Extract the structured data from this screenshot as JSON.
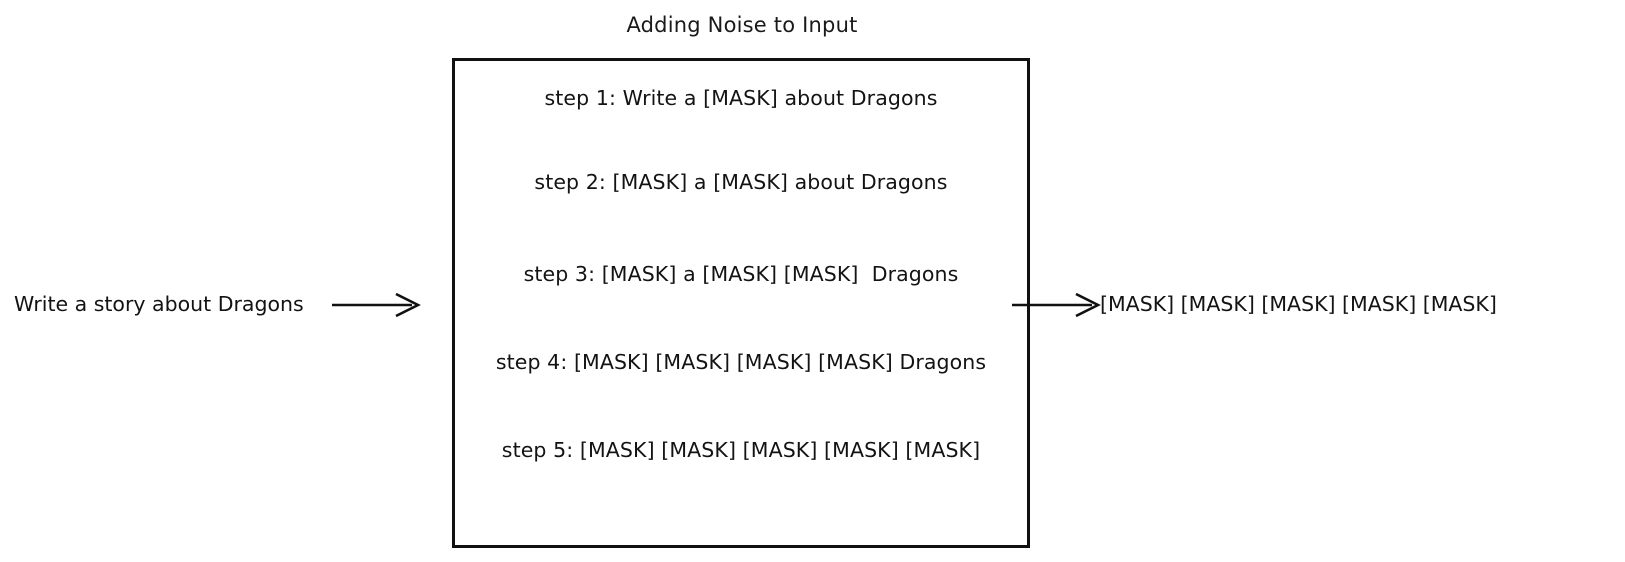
{
  "diagram": {
    "title": "Adding Noise to Input",
    "input": {
      "text": "Write a story about Dragons",
      "arrow_icon": "arrow-right-icon"
    },
    "output": {
      "text": "[MASK] [MASK] [MASK] [MASK] [MASK]",
      "arrow_icon": "arrow-right-icon"
    },
    "box": {
      "steps": [
        {
          "label": "step 1: Write a [MASK] about Dragons"
        },
        {
          "label": "step 2: [MASK] a [MASK] about Dragons"
        },
        {
          "label": "step 3: [MASK] a [MASK] [MASK]  Dragons"
        },
        {
          "label": "step 4: [MASK] [MASK] [MASK] [MASK] Dragons"
        },
        {
          "label": "step 5: [MASK] [MASK] [MASK] [MASK] [MASK]"
        }
      ]
    },
    "colors": {
      "stroke": "#111111",
      "text": "#131313",
      "background": "#ffffff"
    }
  }
}
